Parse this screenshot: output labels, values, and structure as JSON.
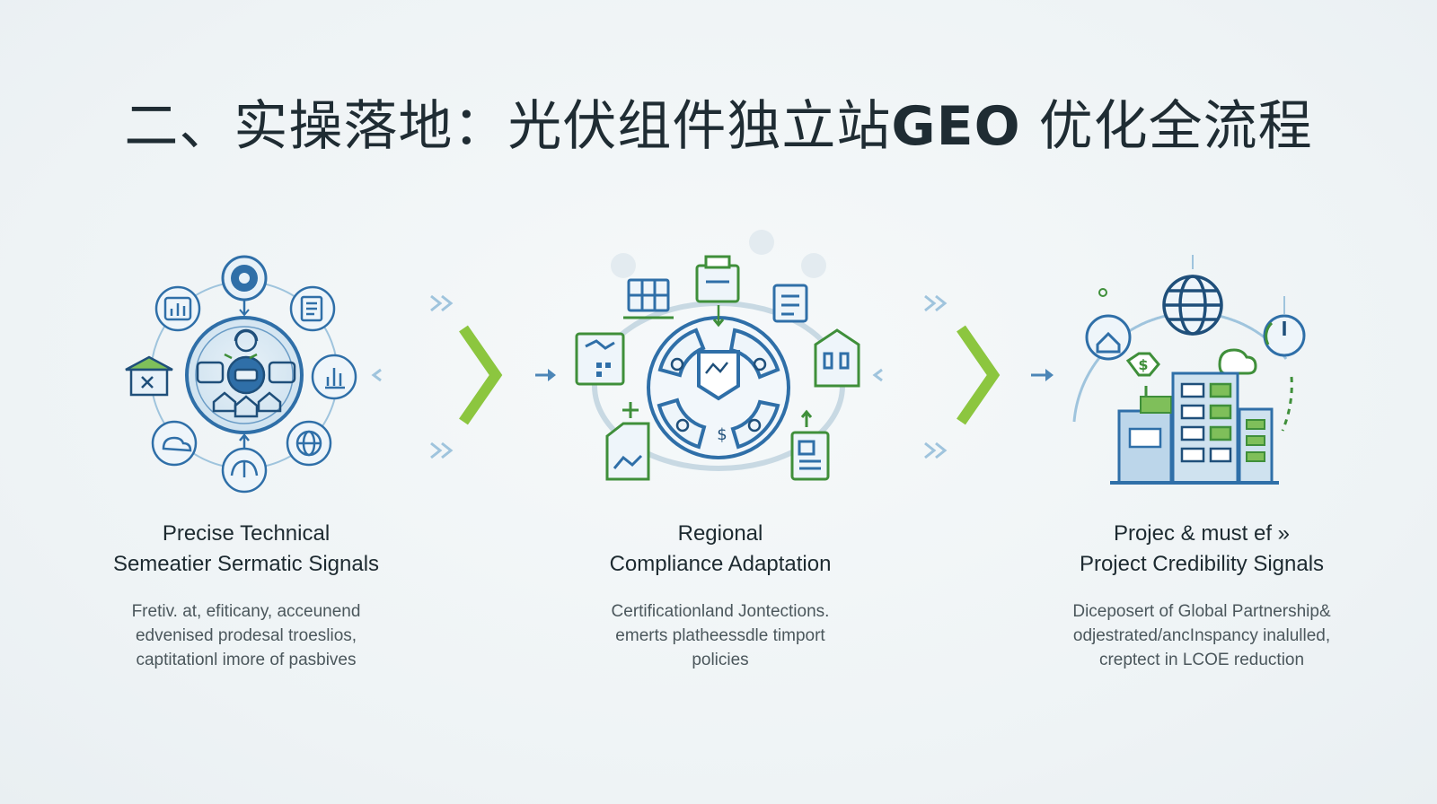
{
  "title": {
    "cn_prefix": "二、实操落地：光伏组件独立站",
    "latin": "GEO",
    "cn_suffix": " 优化全流程"
  },
  "steps": [
    {
      "head_line1": "Precise Technical",
      "head_line2": "Semeatier Sermatic Signals",
      "body_line1": "Fretiv. at, efiticany, acceunend",
      "body_line2": "edvenised prodesal troeslios,",
      "body_line3": "captitationl imore of pasbives"
    },
    {
      "head_line1": "Regional",
      "head_line2": "Compliance Adaptation",
      "body_line1": "Certificationland Jontections.",
      "body_line2": "emerts platheessdle timport",
      "body_line3": "policies"
    },
    {
      "head_line1": "Projec & must ef »",
      "head_line2": "Project Credibility Signals",
      "body_line1": "Diceposert of Global Partnership&",
      "body_line2": "odjestrated/ancInspancy inalulled,",
      "body_line3": "creptect in LCOE reduction"
    }
  ],
  "icons": {
    "step1": [
      "hub-icon",
      "gear-icon",
      "chart-icon",
      "document-icon",
      "solar-panel-icon",
      "globe-icon",
      "cloud-icon",
      "shopping-icon",
      "grid-icon"
    ],
    "step2": [
      "solar-panel-icon",
      "printer-icon",
      "document-icon",
      "house-icon",
      "map-icon",
      "report-icon",
      "dashboard-ring-icon"
    ],
    "step3": [
      "globe-icon",
      "building-icon",
      "coin-icon",
      "house-icon",
      "cloud-icon",
      "gauge-icon"
    ]
  },
  "colors": {
    "blue": "#2f6fa8",
    "blue_light": "#9fc4dd",
    "green": "#3f8f3a",
    "lime": "#8cc63f",
    "text": "#1d2a30",
    "muted": "#4b575c"
  }
}
